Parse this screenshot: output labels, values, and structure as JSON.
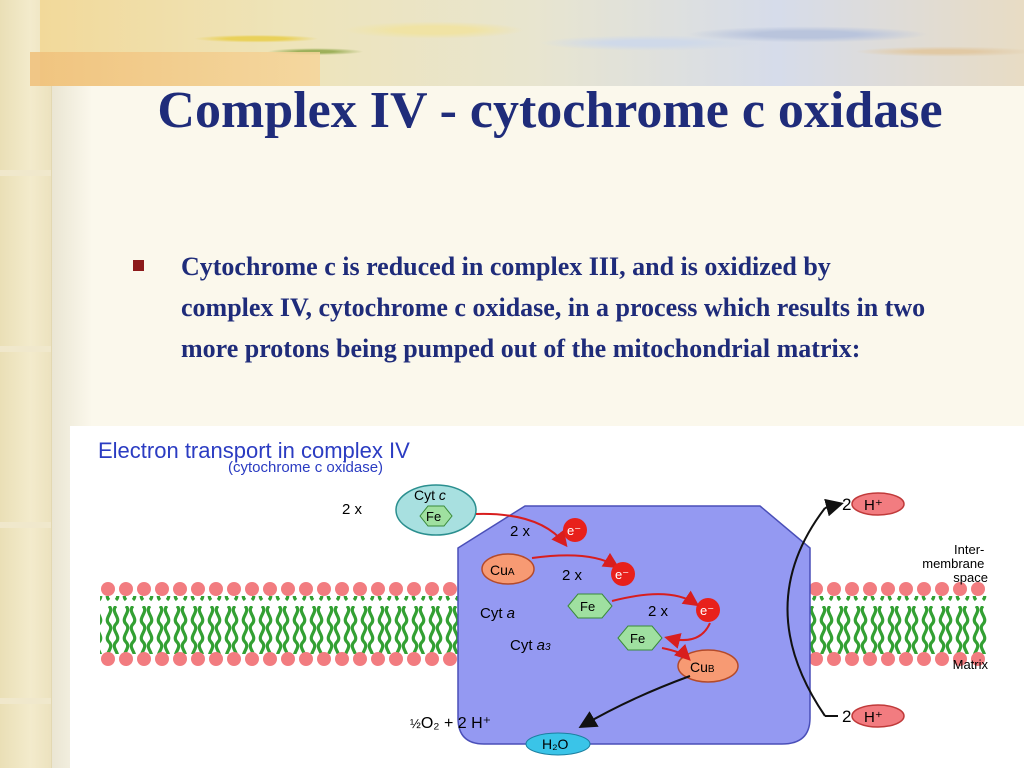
{
  "slide": {
    "title": "Complex IV - cytochrome c oxidase",
    "bullet": "Cytochrome c is reduced in complex III, and is oxidized by complex IV, cytochrome c oxidase, in a process which results in two more protons being pumped out of the mitochondrial matrix:"
  },
  "figure": {
    "heading": "Electron transport in complex IV",
    "subheading": "(cytochrome c oxidase)",
    "cytc_count": "2 x",
    "cytc_label": "Cyt",
    "cytc_italic": "c",
    "fe_label": "Fe",
    "electron_count": "2 x",
    "electron_symbol": "e⁻",
    "cua_label": "Cu",
    "cua_sub": "A",
    "cyta_label": "Cyt",
    "cyta_italic": "a",
    "cyta3_label": "Cyt",
    "cyta3_italic": "a",
    "cyta3_sub": "3",
    "cub_label": "Cu",
    "cub_sub": "B",
    "proton_count": "2",
    "proton_symbol": "H⁺",
    "intermembrane_line1": "Inter-",
    "intermembrane_line2": "membrane",
    "intermembrane_line3": "space",
    "matrix_label": "Matrix",
    "reaction_half": "½",
    "reaction_text": "O₂ + 2 H⁺",
    "water_label": "H₂O",
    "colors": {
      "heading": "#2b3cc2",
      "complex_fill": "#9499f2",
      "membrane_pink": "#f27c80",
      "membrane_green": "#37a637",
      "heme_fill": "#9fe0a0",
      "cytc_fill": "#a8e0e0",
      "electron_red": "#e8201b",
      "copper_fill": "#f79a73",
      "water_fill": "#3ac4e8"
    }
  }
}
